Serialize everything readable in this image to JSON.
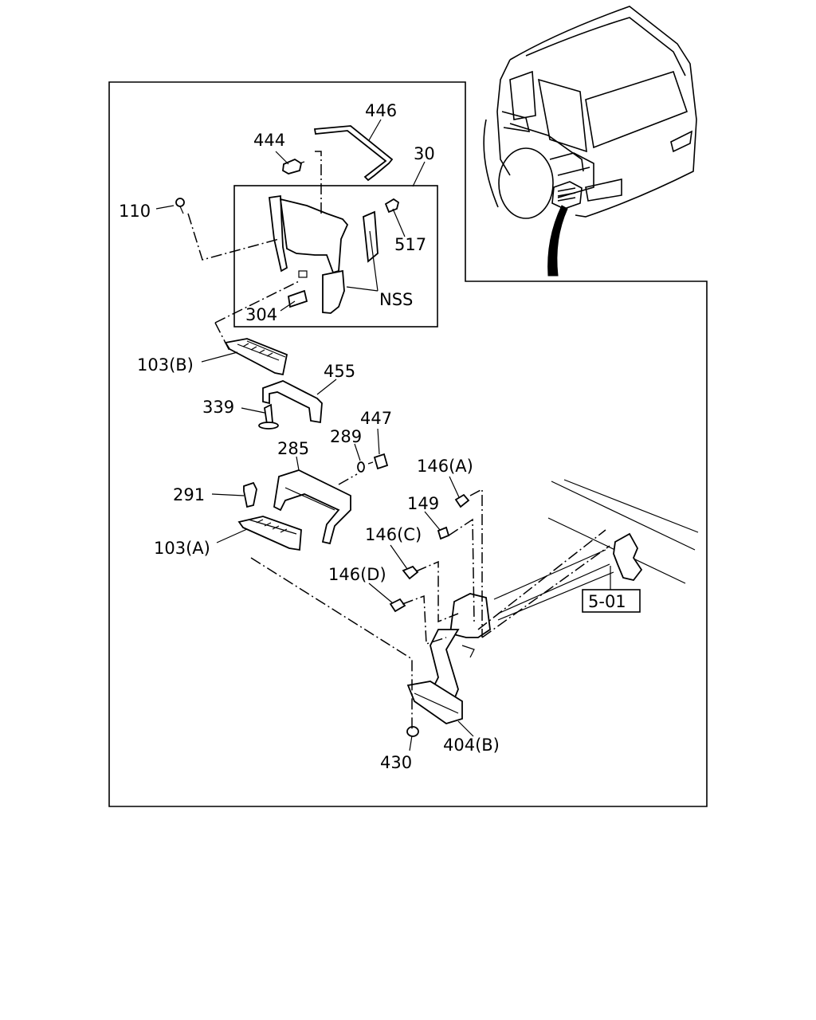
{
  "callouts": {
    "p446": "446",
    "p444": "444",
    "p30": "30",
    "p110": "110",
    "p517": "517",
    "pNSS": "NSS",
    "p304": "304",
    "p103b": "103(B)",
    "p455": "455",
    "p339": "339",
    "p447": "447",
    "p289": "289",
    "p285": "285",
    "p291": "291",
    "p146a": "146(A)",
    "p149": "149",
    "p103a": "103(A)",
    "p146c": "146(C)",
    "p146d": "146(D)",
    "p501": "5-01",
    "p404b": "404(B)",
    "p430": "430"
  }
}
